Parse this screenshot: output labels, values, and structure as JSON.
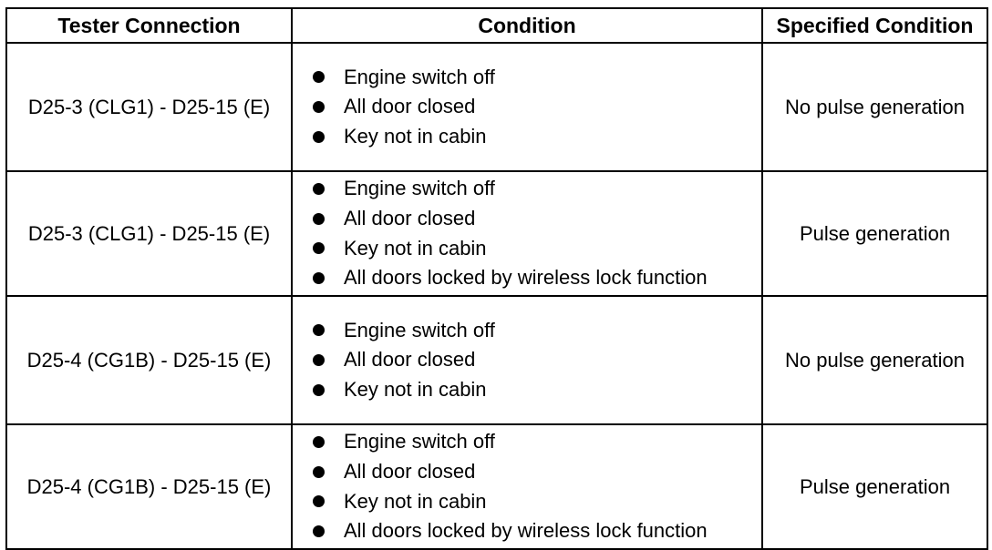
{
  "header": {
    "tester_connection": "Tester Connection",
    "condition": "Condition",
    "specified_condition": "Specified Condition"
  },
  "rows": [
    {
      "connection": "D25-3 (CLG1) - D25-15 (E)",
      "conditions": [
        "Engine switch off",
        "All door closed",
        "Key not in cabin"
      ],
      "specified": "No pulse generation"
    },
    {
      "connection": "D25-3 (CLG1) - D25-15 (E)",
      "conditions": [
        "Engine switch off",
        "All door closed",
        "Key not in cabin",
        "All doors locked by wireless lock function"
      ],
      "specified": "Pulse generation"
    },
    {
      "connection": "D25-4 (CG1B) - D25-15 (E)",
      "conditions": [
        "Engine switch off",
        "All door closed",
        "Key not in cabin"
      ],
      "specified": "No pulse generation"
    },
    {
      "connection": "D25-4 (CG1B) - D25-15 (E)",
      "conditions": [
        "Engine switch off",
        "All door closed",
        "Key not in cabin",
        "All doors locked by wireless lock function"
      ],
      "specified": "Pulse generation"
    }
  ]
}
